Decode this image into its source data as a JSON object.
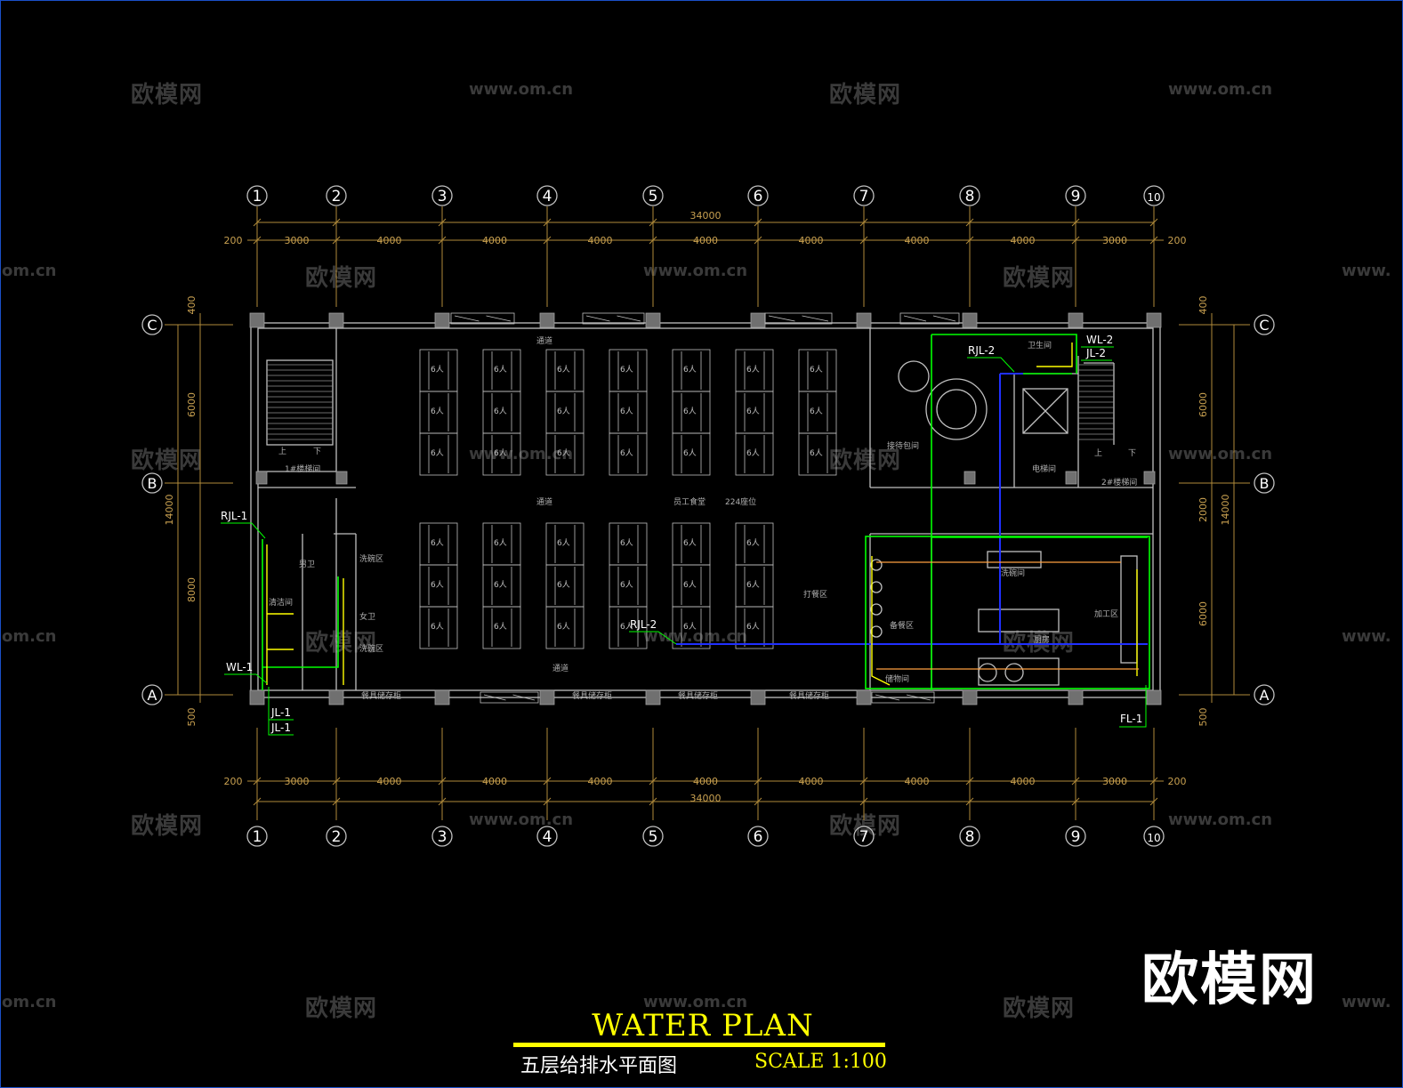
{
  "watermarks": {
    "brand": "欧模网",
    "url": "www.om.cn",
    "partial_url": "om.cn",
    "partial_url_right": "www."
  },
  "drawing": {
    "axes_top": [
      "1",
      "2",
      "3",
      "4",
      "5",
      "6",
      "7",
      "8",
      "9",
      "10"
    ],
    "axes_side": [
      "C",
      "B",
      "A"
    ],
    "total_dim": "34000",
    "end_dim": "200",
    "bay_dims": [
      "3000",
      "4000",
      "4000",
      "4000",
      "4000",
      "4000",
      "4000",
      "4000",
      "3000"
    ],
    "left_dims": {
      "top": "400",
      "upper": "6000",
      "lower": "8000",
      "bottom": "500",
      "total": "14000"
    },
    "right_dims": {
      "top": "400",
      "upper": "6000",
      "middle": "2000",
      "lower": "6000",
      "bottom": "500",
      "total": "14000"
    },
    "risers": {
      "rjl1": "RJL-1",
      "wl1": "WL-1",
      "jl1a": "JL-1",
      "jl1b": "JL-1",
      "rjl2_top": "RJL-2",
      "wl2": "WL-2",
      "jl2": "JL-2",
      "rjl2_mid": "RJL-2",
      "fl1": "FL-1"
    },
    "room_labels": {
      "stair1": "1#楼梯间",
      "stair2": "2#楼梯间",
      "corridor_top": "通道",
      "corridor_mid": "通道",
      "corridor_bot": "通道",
      "canteen": "员工食堂",
      "seats": "224座位",
      "serving": "打餐区",
      "male_wc": "男卫",
      "female_wc": "女卫",
      "cleaning": "清洁间",
      "washing": "洗碗区",
      "vip": "接待包间",
      "toilet": "卫生间",
      "elevator": "电梯间",
      "wash_room": "洗碗间",
      "kitchen": "厨房",
      "processing": "加工区",
      "prep": "备餐区",
      "storage": "储物间",
      "up": "上",
      "down": "下",
      "up2": "上",
      "down2": "下",
      "table_seat": "6人",
      "cabinet": "餐具储存柜"
    }
  },
  "title": {
    "english": "WATER PLAN",
    "chinese": "五层给排水平面图",
    "scale": "SCALE 1:100"
  },
  "colors": {
    "background": "#000000",
    "grid": "#b08a3a",
    "walls": "#c0c0c0",
    "hot_water": "#00ff00",
    "cold_water": "#ffff00",
    "drain": "#2030ff",
    "gas": "#ffa040",
    "title": "#ffff00",
    "frame": "#1a50c8"
  }
}
